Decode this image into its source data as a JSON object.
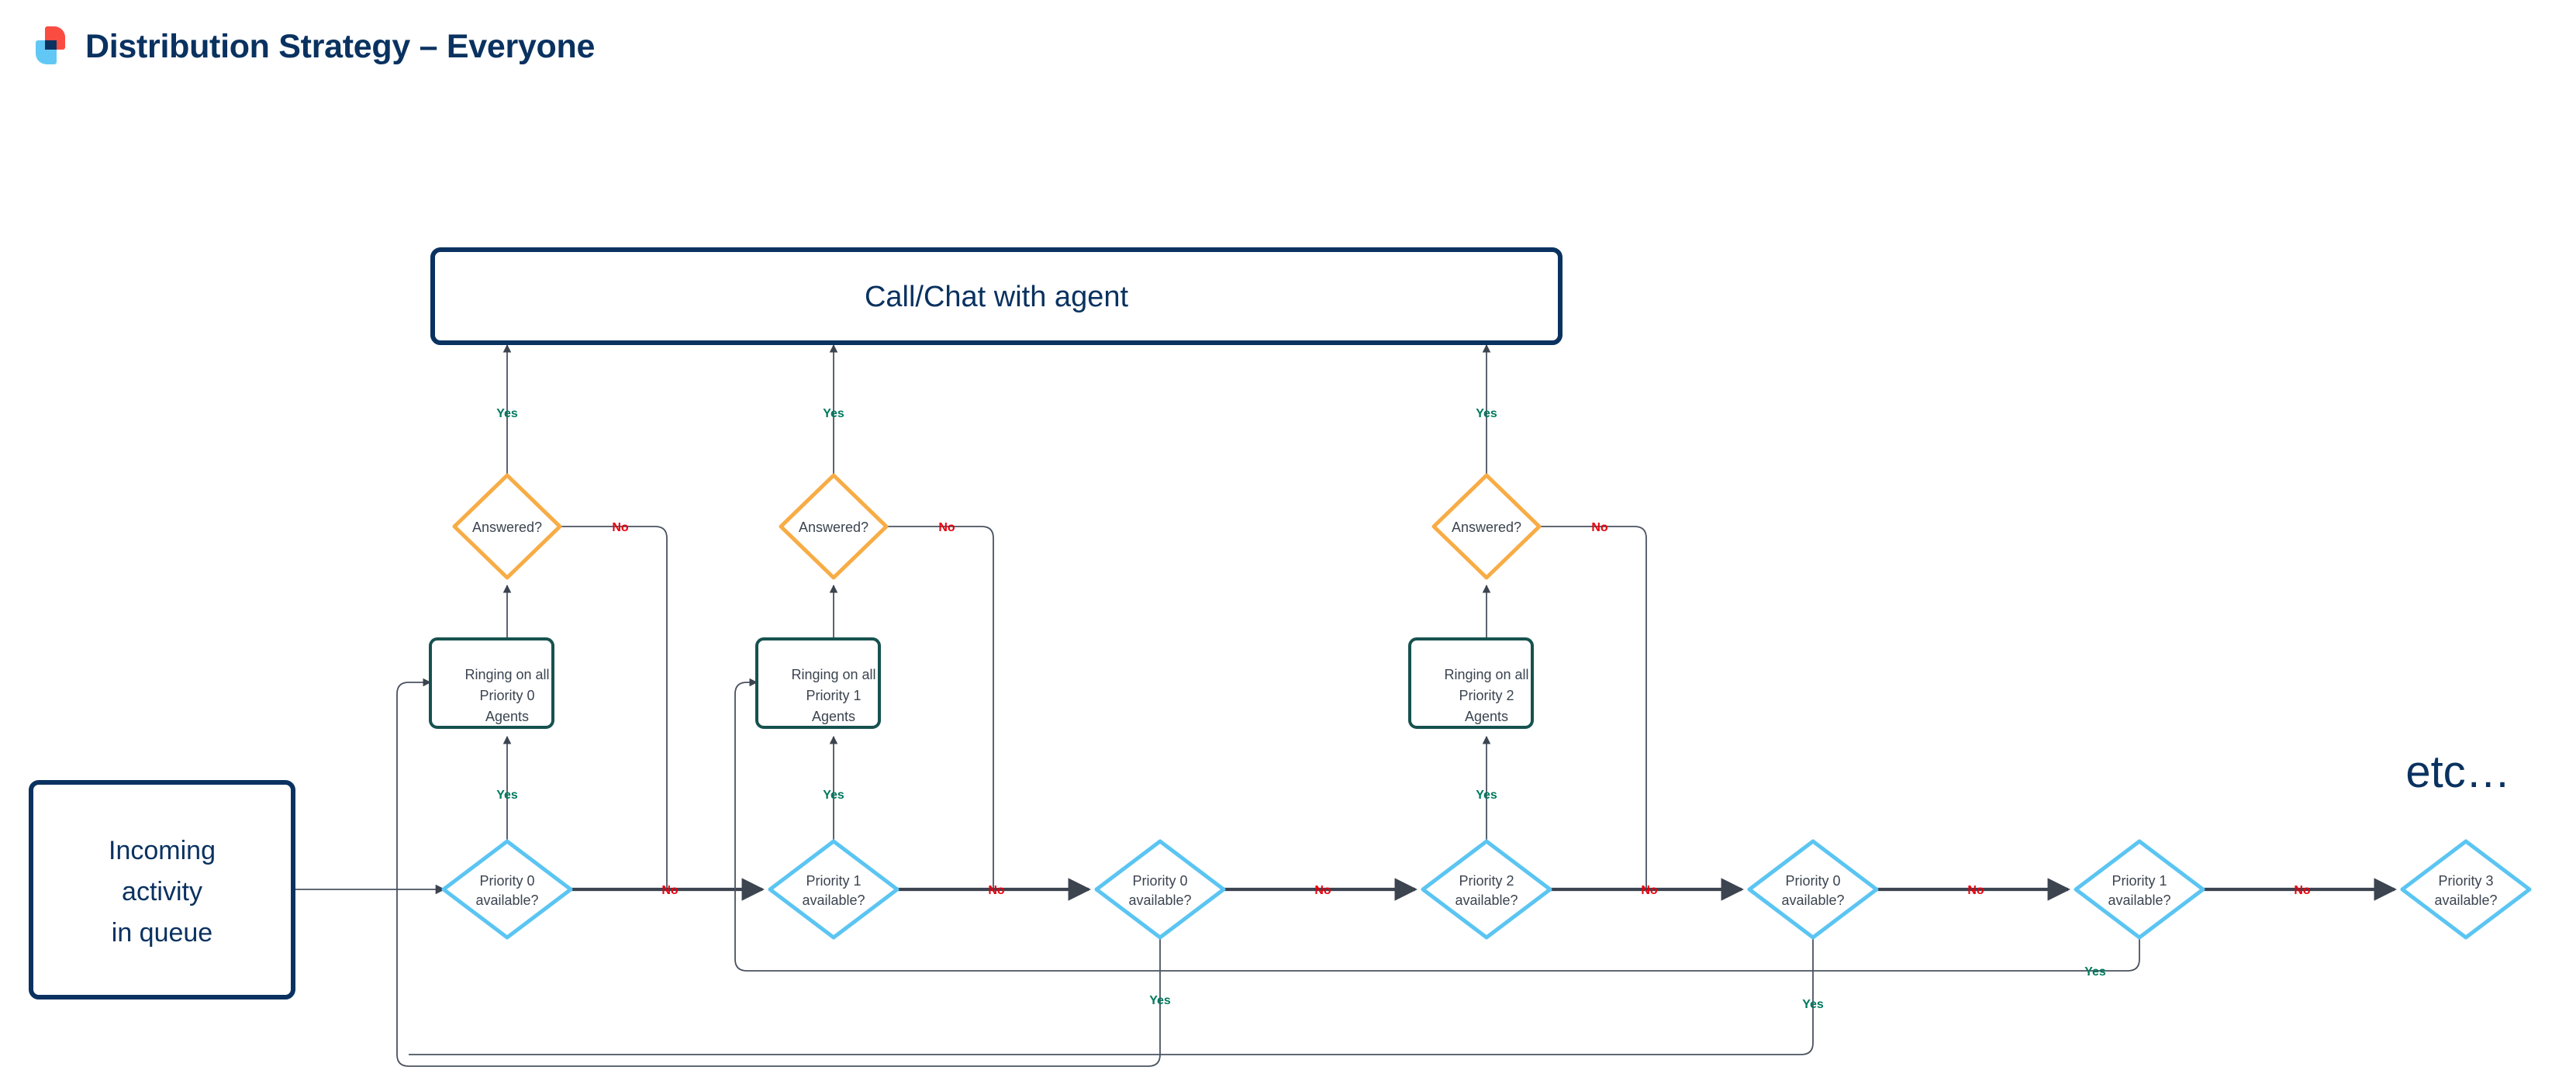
{
  "header": {
    "title": "Distribution Strategy – Everyone",
    "logo_icon": "app-logo-icon",
    "logo_colors": {
      "red": "#FB4C42",
      "blue": "#61C8F5",
      "navy": "#0A3260"
    }
  },
  "colors": {
    "title": "#0A3260",
    "start_node_border": "#0A3260",
    "terminal_node_border": "#0A3260",
    "action_node_border": "#16524F",
    "availability_decision_border": "#5BC5F2",
    "answered_decision_border": "#F8AC45",
    "edge": "#3C4450",
    "yes_label": "#00795E",
    "no_label": "#E8000D",
    "node_text": "#3B4450"
  },
  "chart_data": {
    "type": "diagram",
    "title": "Distribution Strategy – Everyone",
    "nodes": [
      {
        "id": "start",
        "kind": "start",
        "label": "Incoming\nactivity\nin queue"
      },
      {
        "id": "agent",
        "kind": "terminal",
        "label": "Call/Chat with agent"
      },
      {
        "id": "ring0",
        "kind": "action",
        "label": "Ringing on all\nPriority 0\nAgents"
      },
      {
        "id": "ring1",
        "kind": "action",
        "label": "Ringing on all\nPriority 1\nAgents"
      },
      {
        "id": "ring2",
        "kind": "action",
        "label": "Ringing on all\nPriority 2\nAgents"
      },
      {
        "id": "ans0",
        "kind": "decision-answered",
        "label": "Answered?"
      },
      {
        "id": "ans1",
        "kind": "decision-answered",
        "label": "Answered?"
      },
      {
        "id": "ans2",
        "kind": "decision-answered",
        "label": "Answered?"
      },
      {
        "id": "p0a",
        "kind": "decision-available",
        "label": "Priority 0\navailable?"
      },
      {
        "id": "p1a",
        "kind": "decision-available",
        "label": "Priority 1\navailable?"
      },
      {
        "id": "p0b",
        "kind": "decision-available",
        "label": "Priority 0\navailable?"
      },
      {
        "id": "p2a",
        "kind": "decision-available",
        "label": "Priority 2\navailable?"
      },
      {
        "id": "p0c",
        "kind": "decision-available",
        "label": "Priority 0\navailable?"
      },
      {
        "id": "p1b",
        "kind": "decision-available",
        "label": "Priority 1\navailable?"
      },
      {
        "id": "p3a",
        "kind": "decision-available",
        "label": "Priority 3\navailable?"
      },
      {
        "id": "etc",
        "kind": "note",
        "label": "etc…"
      }
    ],
    "edges": [
      {
        "from": "start",
        "to": "p0a",
        "label": ""
      },
      {
        "from": "p0a",
        "to": "ring0",
        "label": "Yes"
      },
      {
        "from": "p0a",
        "to": "p1a",
        "label": "No"
      },
      {
        "from": "ring0",
        "to": "ans0",
        "label": ""
      },
      {
        "from": "ans0",
        "to": "agent",
        "label": "Yes"
      },
      {
        "from": "ans0",
        "to": "p0a",
        "label": "No"
      },
      {
        "from": "p1a",
        "to": "ring1",
        "label": "Yes"
      },
      {
        "from": "p1a",
        "to": "p0b",
        "label": "No"
      },
      {
        "from": "ring1",
        "to": "ans1",
        "label": ""
      },
      {
        "from": "ans1",
        "to": "agent",
        "label": "Yes"
      },
      {
        "from": "ans1",
        "to": "p1a",
        "label": "No"
      },
      {
        "from": "p0b",
        "to": "ring0",
        "label": "Yes"
      },
      {
        "from": "p0b",
        "to": "p2a",
        "label": "No"
      },
      {
        "from": "p2a",
        "to": "ring2",
        "label": "Yes"
      },
      {
        "from": "p2a",
        "to": "p0c",
        "label": "No"
      },
      {
        "from": "ring2",
        "to": "ans2",
        "label": ""
      },
      {
        "from": "ans2",
        "to": "agent",
        "label": "Yes"
      },
      {
        "from": "ans2",
        "to": "p2a",
        "label": "No"
      },
      {
        "from": "p0c",
        "to": "ring0",
        "label": "Yes"
      },
      {
        "from": "p0c",
        "to": "p1b",
        "label": "No"
      },
      {
        "from": "p1b",
        "to": "ring1",
        "label": "Yes"
      },
      {
        "from": "p1b",
        "to": "p3a",
        "label": "No"
      }
    ],
    "labels": {
      "yes": "Yes",
      "no": "No"
    }
  },
  "nodes": {
    "start": {
      "l1": "Incoming",
      "l2": "activity",
      "l3": "in queue"
    },
    "agent": {
      "label": "Call/Chat with agent"
    },
    "ring0": {
      "l1": "Ringing on all",
      "l2": "Priority 0",
      "l3": "Agents"
    },
    "ring1": {
      "l1": "Ringing on all",
      "l2": "Priority 1",
      "l3": "Agents"
    },
    "ring2": {
      "l1": "Ringing on all",
      "l2": "Priority 2",
      "l3": "Agents"
    },
    "ans0": {
      "label": "Answered?"
    },
    "ans1": {
      "label": "Answered?"
    },
    "ans2": {
      "label": "Answered?"
    },
    "p0a": {
      "l1": "Priority 0",
      "l2": "available?"
    },
    "p1a": {
      "l1": "Priority 1",
      "l2": "available?"
    },
    "p0b": {
      "l1": "Priority 0",
      "l2": "available?"
    },
    "p2a": {
      "l1": "Priority 2",
      "l2": "available?"
    },
    "p0c": {
      "l1": "Priority 0",
      "l2": "available?"
    },
    "p1b": {
      "l1": "Priority 1",
      "l2": "available?"
    },
    "p3a": {
      "l1": "Priority 3",
      "l2": "available?"
    },
    "etc": {
      "label": "etc…"
    }
  },
  "edge_labels": {
    "yes_ans0": "Yes",
    "yes_ans1": "Yes",
    "yes_ans2": "Yes",
    "no_ans0": "No",
    "no_ans1": "No",
    "no_ans2": "No",
    "yes_ring0": "Yes",
    "yes_ring1": "Yes",
    "yes_ring2": "Yes",
    "no_p0a": "No",
    "no_p1a": "No",
    "no_p0b": "No",
    "no_p2a": "No",
    "no_p0c": "No",
    "no_p1b": "No",
    "yes_p0b": "Yes",
    "yes_p0c": "Yes",
    "yes_p1b": "Yes"
  }
}
